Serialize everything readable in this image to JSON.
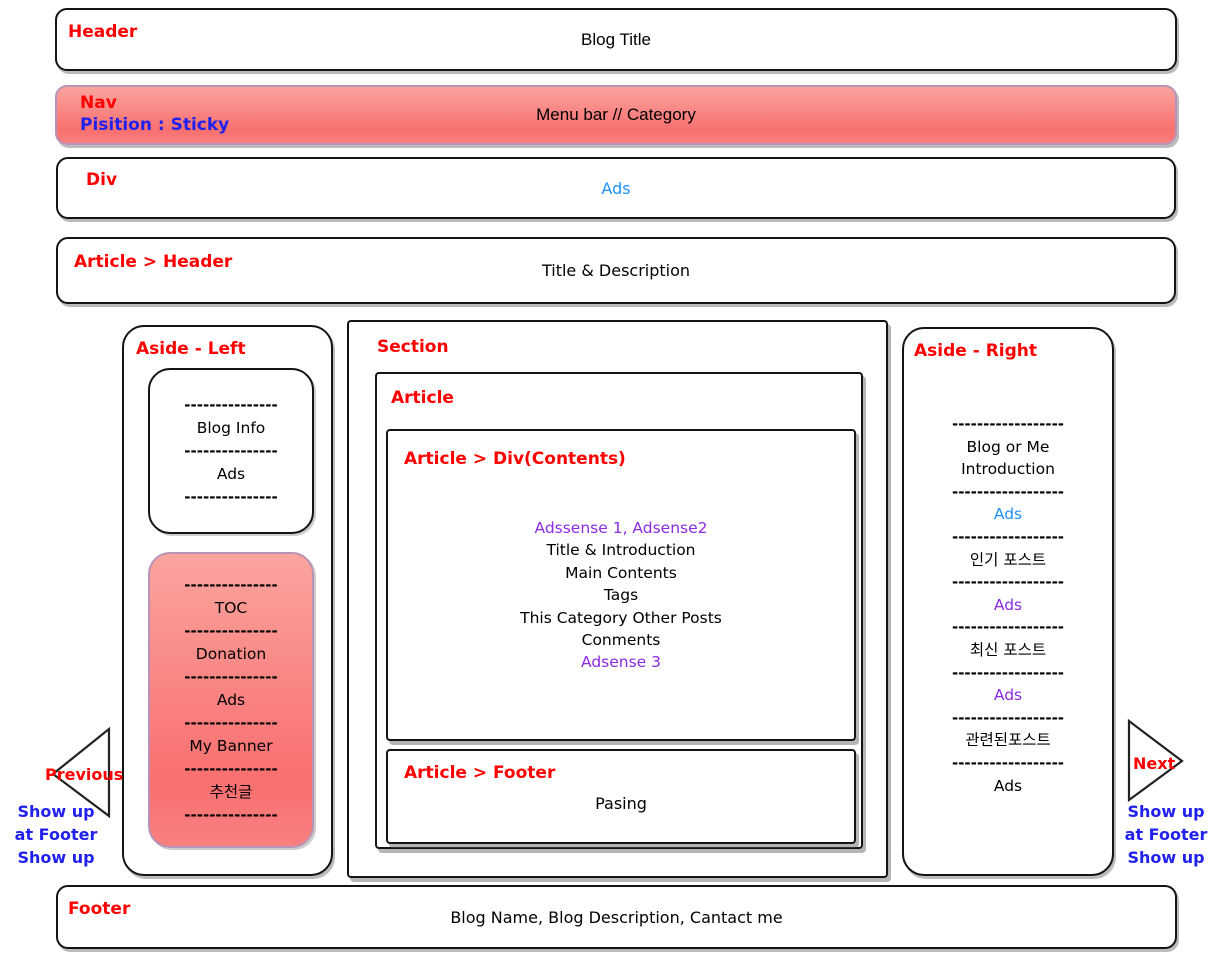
{
  "header": {
    "label": "Header",
    "title": "Blog Title"
  },
  "nav": {
    "label": "Nav",
    "position_note": "Pisition : Sticky",
    "title": "Menu bar // Category"
  },
  "ads_row": {
    "label": "Div",
    "content": "Ads"
  },
  "article_header_row": {
    "label": "Article > Header",
    "content": "Title & Description"
  },
  "aside_left": {
    "label": "Aside - Left",
    "box1": {
      "items": [
        {
          "text": "---------------",
          "type": "divider"
        },
        {
          "text": "Blog Info",
          "type": "text"
        },
        {
          "text": "---------------",
          "type": "divider"
        },
        {
          "text": "Ads",
          "type": "text"
        },
        {
          "text": "---------------",
          "type": "divider"
        }
      ]
    },
    "box2": {
      "items": [
        {
          "text": "---------------",
          "type": "divider"
        },
        {
          "text": "TOC",
          "type": "text"
        },
        {
          "text": "---------------",
          "type": "divider"
        },
        {
          "text": "Donation",
          "type": "text"
        },
        {
          "text": "---------------",
          "type": "divider"
        },
        {
          "text": "Ads",
          "type": "text"
        },
        {
          "text": "---------------",
          "type": "divider"
        },
        {
          "text": "My Banner",
          "type": "text"
        },
        {
          "text": "---------------",
          "type": "divider"
        },
        {
          "text": "추천글",
          "type": "text"
        },
        {
          "text": "---------------",
          "type": "divider"
        }
      ]
    }
  },
  "section": {
    "label": "Section",
    "article_label": "Article",
    "contents": {
      "label": "Article > Div(Contents)",
      "lines": [
        {
          "text": "Adssense 1, Adsense2",
          "color": "#8b2be2"
        },
        {
          "text": "Title & Introduction",
          "color": "#000000"
        },
        {
          "text": "Main Contents",
          "color": "#000000"
        },
        {
          "text": "Tags",
          "color": "#000000"
        },
        {
          "text": "This Category Other Posts",
          "color": "#000000"
        },
        {
          "text": "Conments",
          "color": "#000000"
        },
        {
          "text": "Adsense 3",
          "color": "#8b2be2"
        }
      ]
    },
    "article_footer": {
      "label": "Article > Footer",
      "content": "Pasing"
    }
  },
  "aside_right": {
    "label": "Aside - Right",
    "items": [
      {
        "text": "------------------",
        "type": "divider"
      },
      {
        "text": "Blog or Me",
        "type": "text"
      },
      {
        "text": "Introduction",
        "type": "text"
      },
      {
        "text": "------------------",
        "type": "divider"
      },
      {
        "text": "Ads",
        "type": "ads",
        "color": "#1e90ff"
      },
      {
        "text": "------------------",
        "type": "divider"
      },
      {
        "text": "인기 포스트",
        "type": "text"
      },
      {
        "text": "------------------",
        "type": "divider"
      },
      {
        "text": "Ads",
        "type": "ads",
        "color": "#8b2be2"
      },
      {
        "text": "------------------",
        "type": "divider"
      },
      {
        "text": "최신 포스트",
        "type": "text"
      },
      {
        "text": "------------------",
        "type": "divider"
      },
      {
        "text": "Ads",
        "type": "ads",
        "color": "#8b2be2"
      },
      {
        "text": "------------------",
        "type": "divider"
      },
      {
        "text": "관련된포스트",
        "type": "text"
      },
      {
        "text": "------------------",
        "type": "divider"
      },
      {
        "text": "Ads",
        "type": "ads",
        "color": "#000000"
      }
    ]
  },
  "pagination": {
    "previous": {
      "label": "Previous",
      "note": "Show up\nat Footer\nShow up"
    },
    "next": {
      "label": "Next",
      "note": "Show up\nat Footer\nShow up"
    }
  },
  "footer": {
    "label": "Footer",
    "content": "Blog Name, Blog Description, Cantact me"
  },
  "colors": {
    "label_red": "#ff0000",
    "label_blue": "#2121ee",
    "ads_blue": "#1e90ff",
    "adsense_purple": "#8b2be2",
    "pink_light": "#fba49e",
    "pink_dark": "#f86f6f",
    "pink_border": "#b793b7"
  }
}
